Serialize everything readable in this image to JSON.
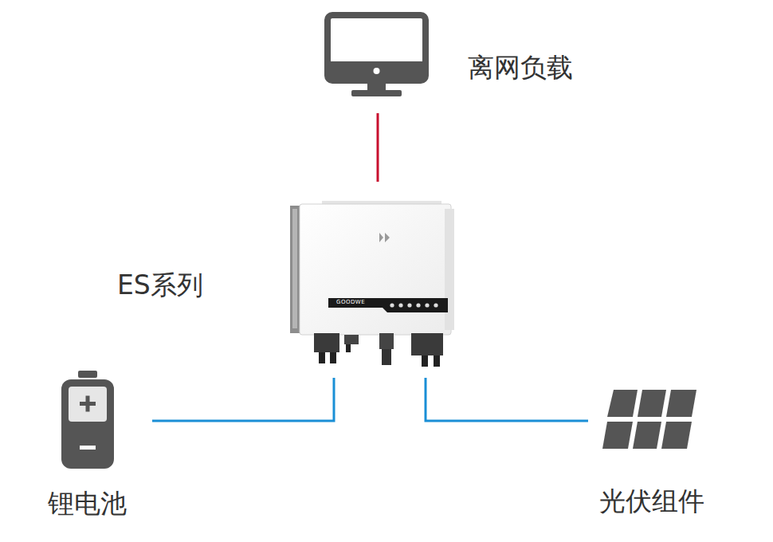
{
  "diagram": {
    "nodes": [
      {
        "text": [
          "离网负载"
        ]
      },
      {
        "text": [
          "ES系列"
        ]
      },
      {
        "text": [
          "锂电池"
        ]
      },
      {
        "text": [
          "光伏组件"
        ]
      }
    ],
    "edges": [
      {
        "from": 1,
        "to": 0,
        "arrow": "none"
      },
      {
        "from": 2,
        "to": 1,
        "arrow": "none"
      },
      {
        "from": 3,
        "to": 1,
        "arrow": "none"
      }
    ],
    "labels": [
      "GOODWE"
    ]
  }
}
